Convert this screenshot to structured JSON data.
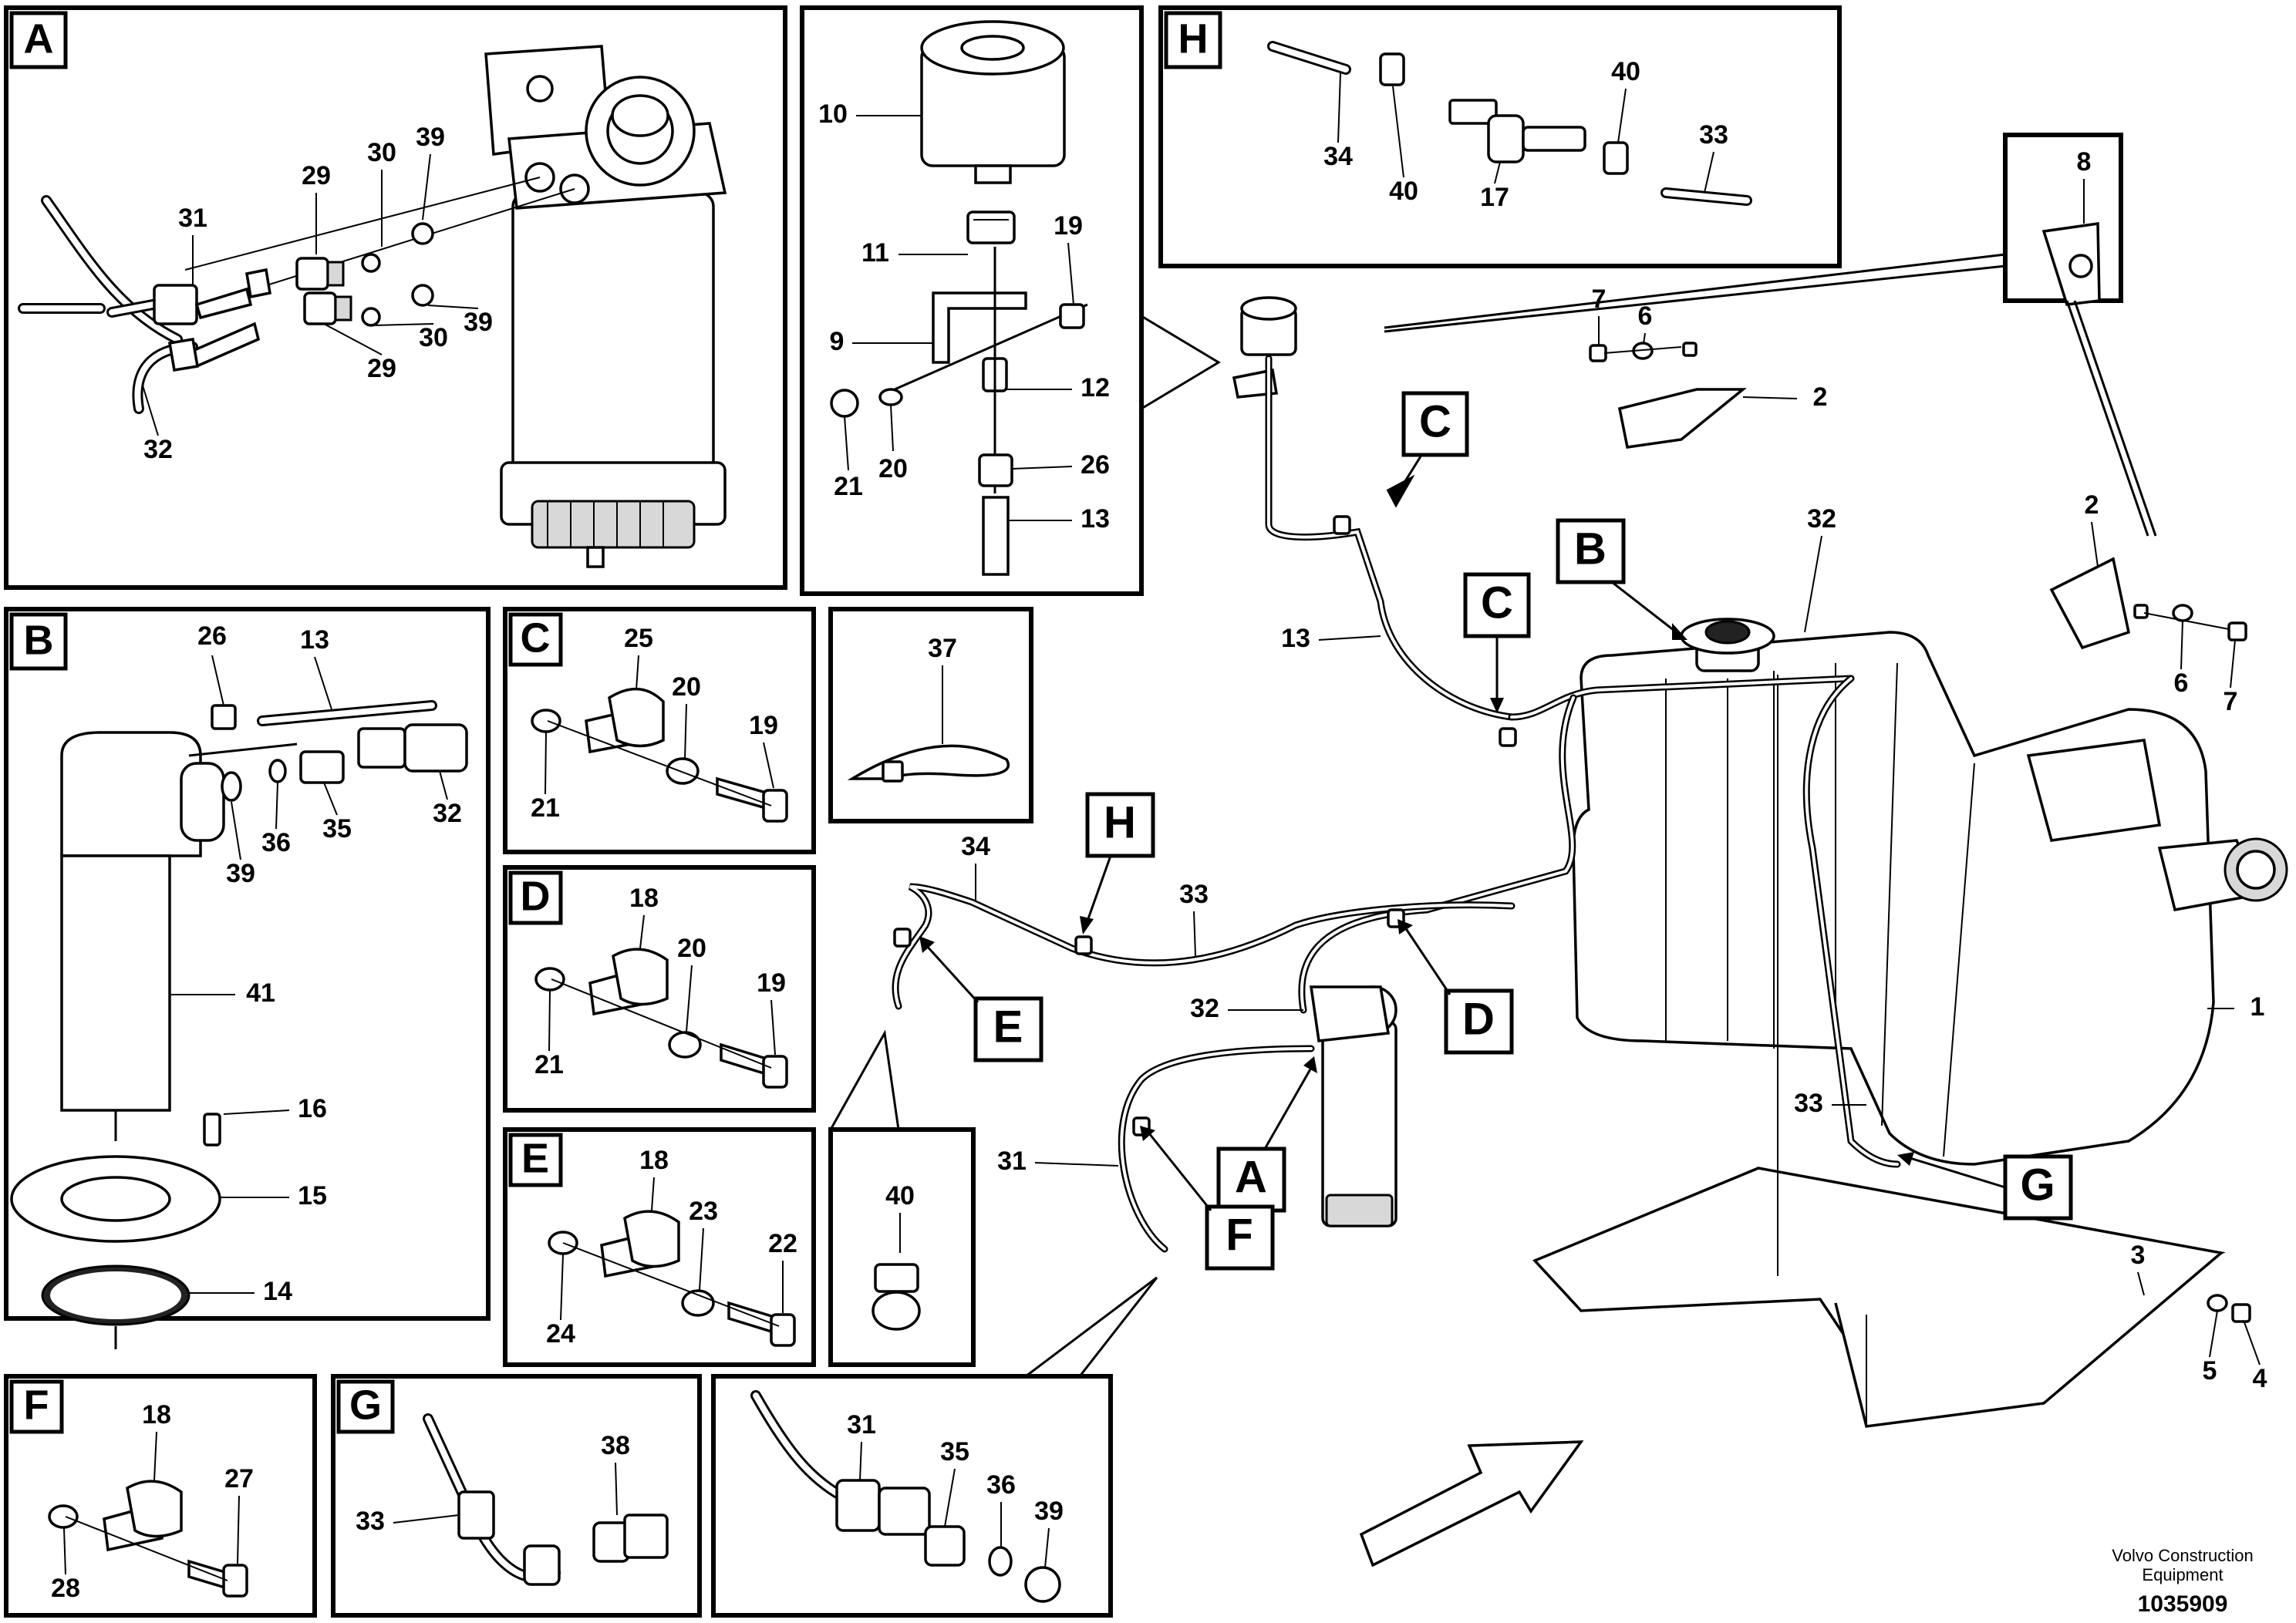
{
  "figure_id": "1035909",
  "manufacturer_line1": "Volvo Construction",
  "manufacturer_line2": "Equipment",
  "insets": {
    "A": {
      "tag": "A",
      "labels": [
        "29",
        "30",
        "39",
        "31",
        "29",
        "30",
        "39",
        "32"
      ]
    },
    "B": {
      "tag": "B",
      "labels": [
        "26",
        "13",
        "32",
        "35",
        "36",
        "39",
        "41",
        "16",
        "15",
        "14"
      ]
    },
    "C": {
      "tag": "C",
      "labels": [
        "25",
        "20",
        "19",
        "21"
      ]
    },
    "D": {
      "tag": "D",
      "labels": [
        "18",
        "20",
        "19",
        "21"
      ]
    },
    "E": {
      "tag": "E",
      "labels": [
        "18",
        "23",
        "22",
        "24"
      ]
    },
    "F": {
      "tag": "F",
      "labels": [
        "18",
        "27",
        "28"
      ]
    },
    "G": {
      "tag": "G",
      "labels": [
        "38",
        "33"
      ]
    },
    "H": {
      "tag": "H",
      "labels": [
        "40",
        "33",
        "34",
        "40",
        "17"
      ]
    },
    "filter": {
      "labels": [
        "10",
        "11",
        "19",
        "9",
        "12",
        "21",
        "20",
        "26",
        "13"
      ]
    },
    "tie": {
      "labels": [
        "37"
      ]
    },
    "clamp": {
      "labels": [
        "40"
      ]
    },
    "adapter": {
      "labels": [
        "31",
        "35",
        "36",
        "39"
      ]
    },
    "clip": {
      "labels": [
        "8"
      ]
    }
  },
  "main": {
    "callouts": [
      "C",
      "C",
      "B",
      "H",
      "E",
      "D",
      "A",
      "F",
      "G"
    ],
    "labels": [
      "7",
      "6",
      "2",
      "32",
      "2",
      "6",
      "7",
      "13",
      "34",
      "33",
      "32",
      "1",
      "33",
      "31",
      "3",
      "5",
      "4"
    ]
  }
}
